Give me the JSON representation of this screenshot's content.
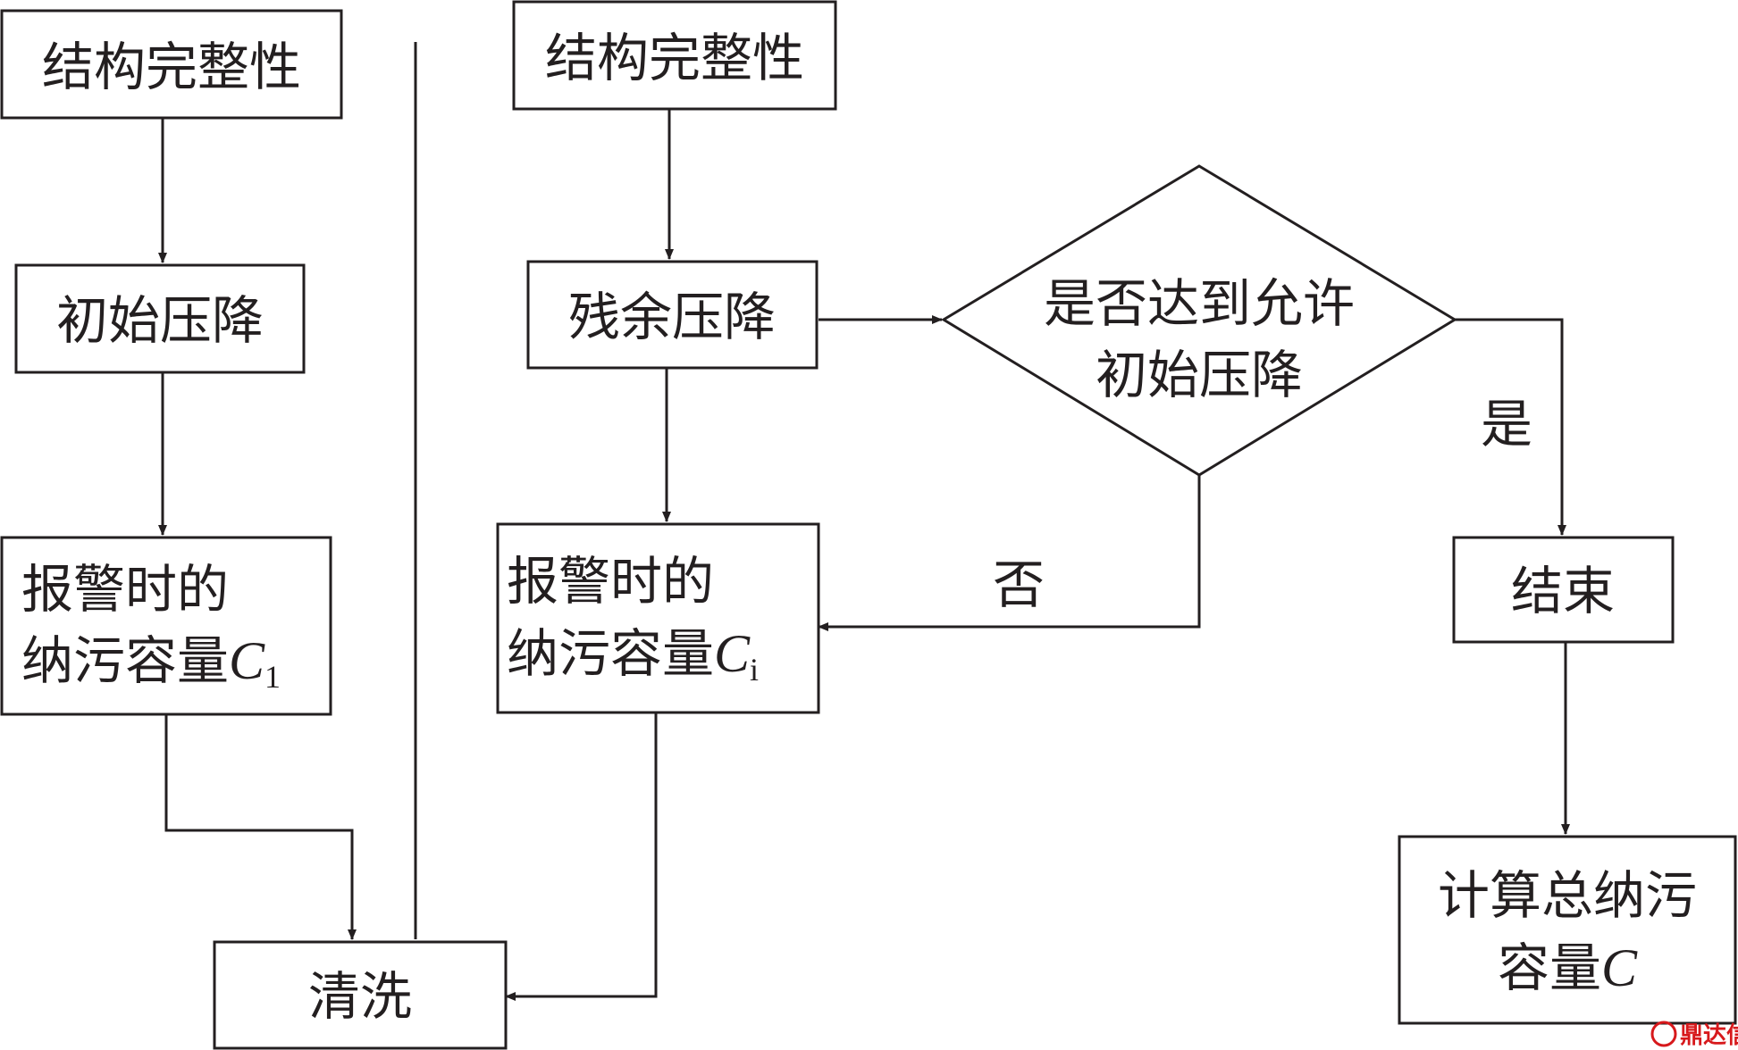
{
  "diagram": {
    "left_column": {
      "integrity": "结构完整性",
      "initial_drop": "初始压降",
      "alarm_line1": "报警时的",
      "alarm_line2": "纳污容量",
      "alarm_symbol": "C",
      "alarm_subscript": "1"
    },
    "cleaning": "清洗",
    "middle_column": {
      "integrity": "结构完整性",
      "residual_drop": "残余压降",
      "alarm_line1": "报警时的",
      "alarm_line2": "纳污容量",
      "alarm_symbol": "C",
      "alarm_subscript": "i"
    },
    "decision": {
      "line1": "是否达到允许",
      "line2": "初始压降",
      "yes": "是",
      "no": "否"
    },
    "right_column": {
      "end": "结束",
      "total_line1": "计算总纳污",
      "total_line2": "容量",
      "total_symbol": "C"
    }
  },
  "watermark": {
    "text": "鼎达信",
    "color": "#d7191c"
  },
  "colors": {
    "line": "#231f20",
    "background": "#ffffff"
  }
}
